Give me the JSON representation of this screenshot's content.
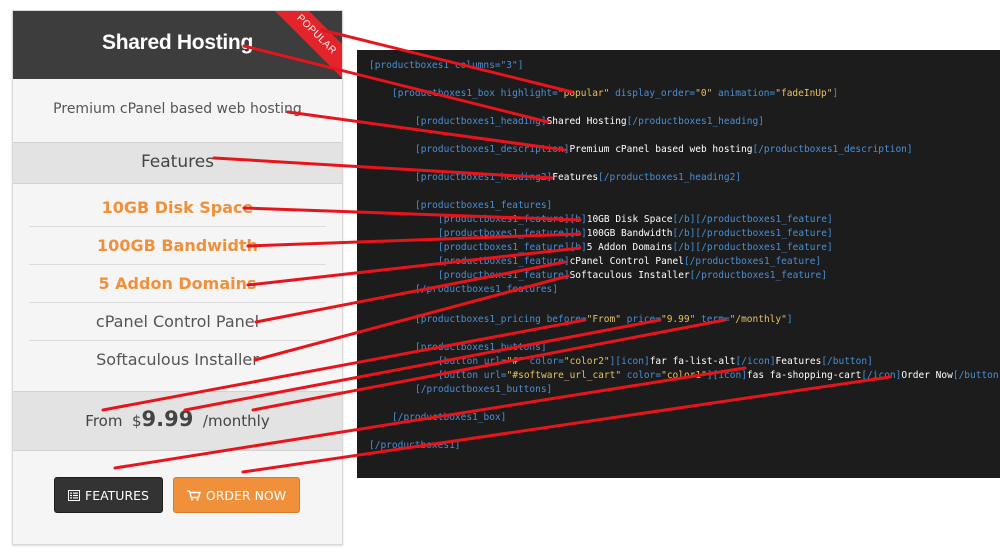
{
  "box": {
    "title": "Shared Hosting",
    "ribbon": "POPULAR",
    "description": "Premium cPanel based web hosting",
    "features_heading": "Features",
    "features": [
      {
        "text": "10GB Disk Space",
        "bold": true
      },
      {
        "text": "100GB Bandwidth",
        "bold": true
      },
      {
        "text": "5 Addon Domains",
        "bold": true
      },
      {
        "text": "cPanel Control Panel",
        "bold": false
      },
      {
        "text": "Softaculous Installer",
        "bold": false
      }
    ],
    "price": {
      "before": "From",
      "currency": "$",
      "amount": "9.99",
      "term": "/monthly"
    },
    "buttons": {
      "features": "FEATURES",
      "order": "ORDER NOW"
    }
  },
  "code": {
    "l1_open": "[productboxes1 columns=\"3\"]",
    "l2_tag": "[productboxes1_box",
    "l2_attr": " highlight=",
    "l2_val1": "\"popular\"",
    "l2_attr2": " display_order=",
    "l2_val2": "\"0\"",
    "l2_attr3": " animation=",
    "l2_val3": "\"fadeInUp\"",
    "l2_close": "]",
    "heading_open": "[productboxes1_heading]",
    "heading_text": "Shared Hosting",
    "heading_close": "[/productboxes1_heading]",
    "desc_open": "[productboxes1_description]",
    "desc_text": "Premium cPanel based web hosting",
    "desc_close": "[/productboxes1_description]",
    "h2_open": "[productboxes1_heading2]",
    "h2_text": "Features",
    "h2_close": "[/productboxes1_heading2]",
    "features_open": "[productboxes1_features]",
    "feature_open": "[productboxes1_feature]",
    "feature_close": "[/productboxes1_feature]",
    "b_open": "[b]",
    "b_close": "[/b]",
    "f1_text": "10GB Disk Space",
    "f2_text": "100GB Bandwidth",
    "f3_text": "5 Addon Domains",
    "f4_text": "cPanel Control Panel",
    "f5_text": "Softaculous Installer",
    "features_close": "[/productboxes1_features]",
    "pricing_tag": "[productboxes1_pricing",
    "pricing_before_attr": " before=",
    "pricing_before_val": "\"From\"",
    "pricing_price_attr": " price=",
    "pricing_price_val": "\"9.99\"",
    "pricing_term_attr": " term=",
    "pricing_term_val": "\"/monthly\"",
    "pricing_close": "]",
    "buttons_open": "[productboxes1_buttons]",
    "btn_tag": "[button",
    "btn1_url_attr": " url=",
    "btn1_url_val": "\"#\"",
    "btn_color_attr": " color=",
    "btn1_color_val": "\"color2\"",
    "btn_close_br": "]",
    "icon_open": "[icon]",
    "icon_close": "[/icon]",
    "btn1_icon": "far fa-list-alt",
    "btn1_text": "Features",
    "btn_end": "[/button]",
    "btn2_url_val": "\"#software_url_cart\"",
    "btn2_color_val": "\"color1\"",
    "btn2_icon": "fas fa-shopping-cart",
    "btn2_text": "Order Now",
    "buttons_close": "[/productboxes1_buttons]",
    "box_close": "[/productboxes1_box]",
    "close": "[/productboxes1]"
  },
  "colors": {
    "accent_orange": "#f0903a",
    "ribbon_red": "#e3242b",
    "connector_red": "#e8141c",
    "code_tag_blue": "#4a8fd6",
    "code_value_yellow": "#e6c260",
    "code_bg": "#1c1c1c"
  }
}
